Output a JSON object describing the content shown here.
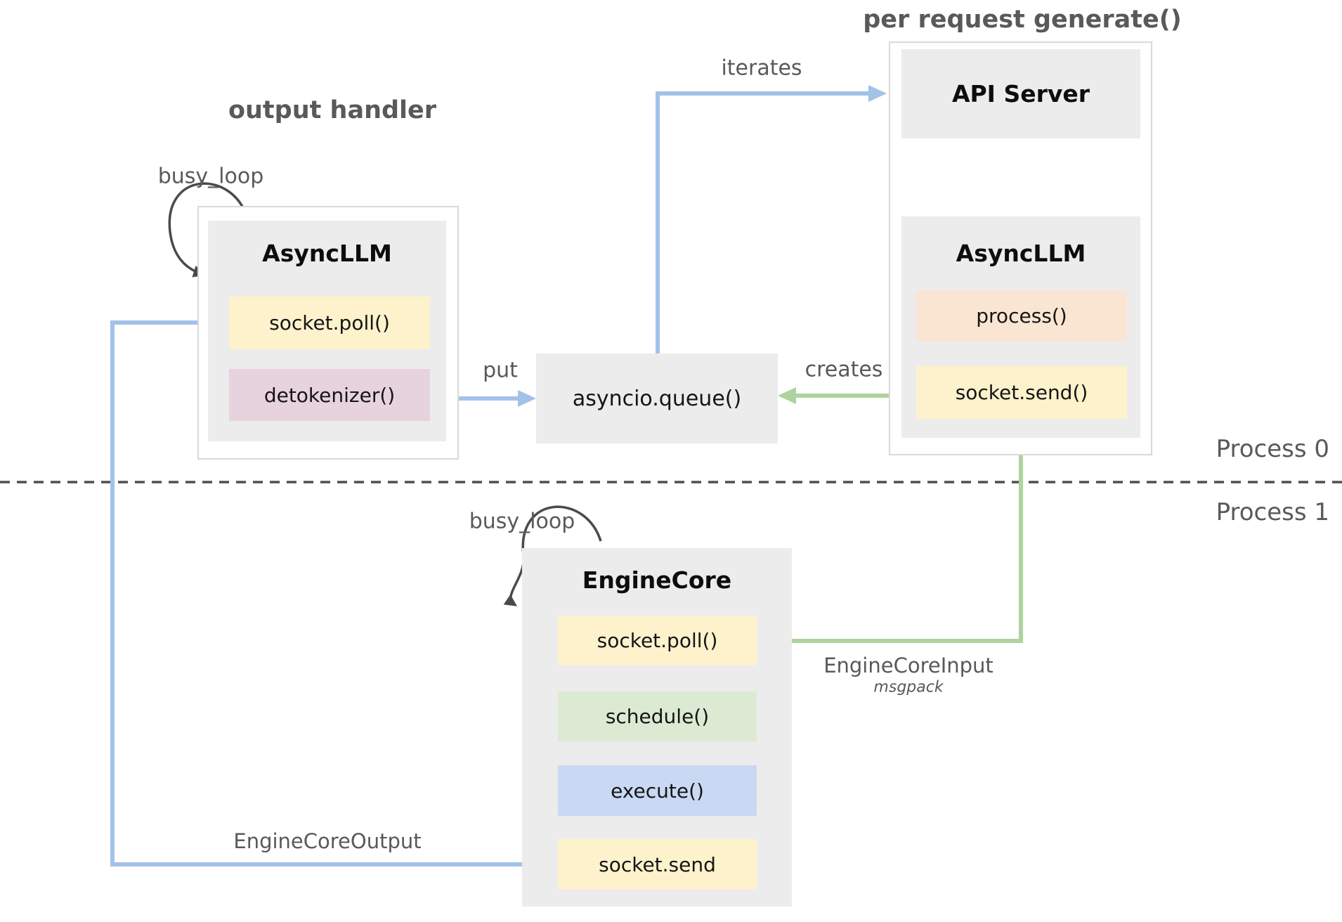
{
  "colors": {
    "flow_blue": "#a3c2e8",
    "flow_green": "#aed39e",
    "panel_gray": "#ececec",
    "fill_yellow": "#fdf2cc",
    "fill_pink": "#e7d3dd",
    "fill_orange": "#fae5d3",
    "fill_green": "#ddead3",
    "fill_blue": "#c9d9f3",
    "label_gray": "#595959",
    "loop_arrow": "#4a4a4a"
  },
  "section_labels": {
    "output_handler": "output handler",
    "per_request_generate": "per request generate()",
    "process0": "Process 0",
    "process1": "Process 1"
  },
  "edge_labels": {
    "busy_loop_top": "busy_loop",
    "busy_loop_bottom": "busy_loop",
    "iterates": "iterates",
    "put": "put",
    "creates": "creates",
    "engine_core_input": "EngineCoreInput",
    "engine_core_input_format": "msgpack",
    "engine_core_output": "EngineCoreOutput"
  },
  "nodes": {
    "async_llm_left": {
      "title": "AsyncLLM",
      "methods": [
        {
          "label": "socket.poll()"
        },
        {
          "label": "detokenizer()"
        }
      ]
    },
    "asyncio_queue": {
      "label": "asyncio.queue()"
    },
    "api_server": {
      "title": "API Server"
    },
    "async_llm_right": {
      "title": "AsyncLLM",
      "methods": [
        {
          "label": "process()"
        },
        {
          "label": "socket.send()"
        }
      ]
    },
    "engine_core": {
      "title": "EngineCore",
      "methods": [
        {
          "label": "socket.poll()"
        },
        {
          "label": "schedule()"
        },
        {
          "label": "execute()"
        },
        {
          "label": "socket.send"
        }
      ]
    }
  }
}
